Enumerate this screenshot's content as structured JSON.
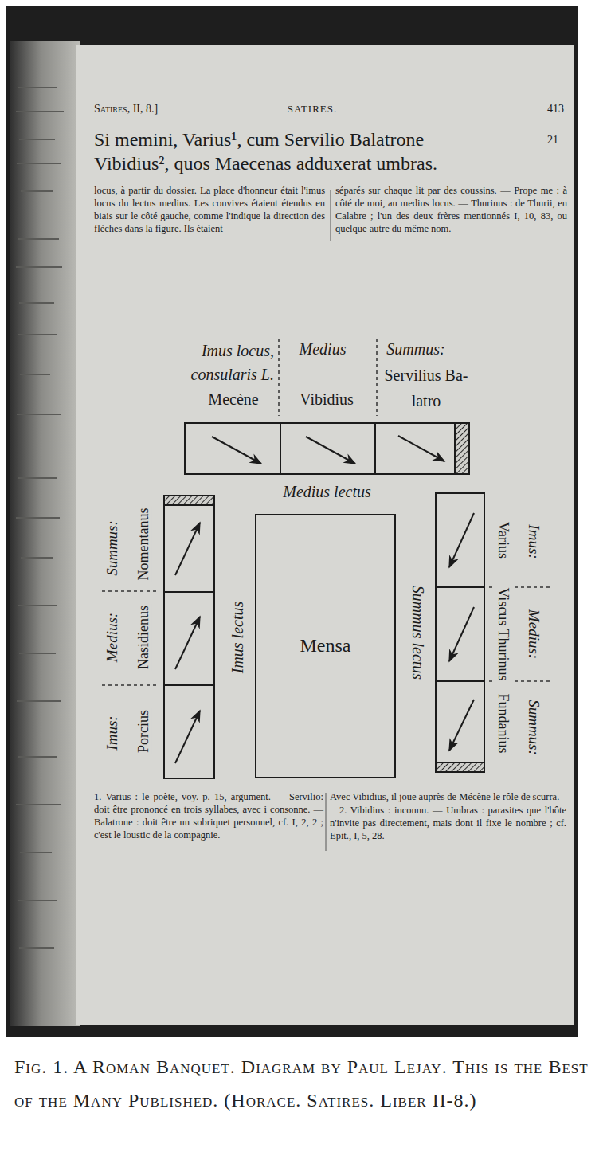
{
  "diagram": {
    "caption": "Fig. 1. A Roman Banquet. Diagram by Paul Lejay. This is the Best of the Many Published. (Horace. Satires. Liber II-8.)",
    "nodes": [
      {
        "text": [
          "Medius lectus"
        ]
      },
      {
        "text": [
          "Imus lectus"
        ]
      },
      {
        "text": [
          "Mensa"
        ]
      },
      {
        "text": [
          "Summus lectus"
        ]
      }
    ],
    "labels": [
      "Satires, II, 8.]",
      "SATIRES.",
      "413",
      "Si memini, Varius¹, cum Servilio Balatrone",
      "21",
      "Vibidius², quos Maecenas adduxerat umbras.",
      "locus, à partir du dossier. La place d'honneur était l'imus locus du lectus medius. Les convives étaient étendus en biais sur le côté gauche, comme l'indique la direction des flèches dans la figure. Ils étaient",
      "séparés sur chaque lit par des coussins. — Prope me : à côté de moi, au medius locus. — Thurinus : de Thurii, en Calabre ; l'un des deux frères mentionnés I, 10, 83, ou quelque autre du même nom.",
      "Imus locus, consularis L.",
      "Mecène",
      "Medius",
      "Vibidius",
      "Summus:",
      "Servilius Ba- latro",
      "Summus:",
      "Nomentanus",
      "Medius:",
      "Nasidienus",
      "Imus:",
      "Porcius",
      "Imus:",
      "Varius",
      "Medius:",
      "Viscus Thurinus",
      "Summus:",
      "Fundanius",
      "1. Varius : le poète, voy. p. 15, argument. — Servilio: doit être prononcé en trois syllabes, avec i consonne. — Balatrone : doit être un sobriquet personnel, cf. I, 2, 2 ; c'est le loustic de la compagnie.",
      "Avec Vibidius, il joue auprès de Mécène le rôle de scurra.",
      "2. Vibidius : inconnu. — Umbras : parasites que l'hôte n'invite pas directement, mais dont il fixe le nombre ; cf. Epit., I, 5, 28."
    ]
  }
}
